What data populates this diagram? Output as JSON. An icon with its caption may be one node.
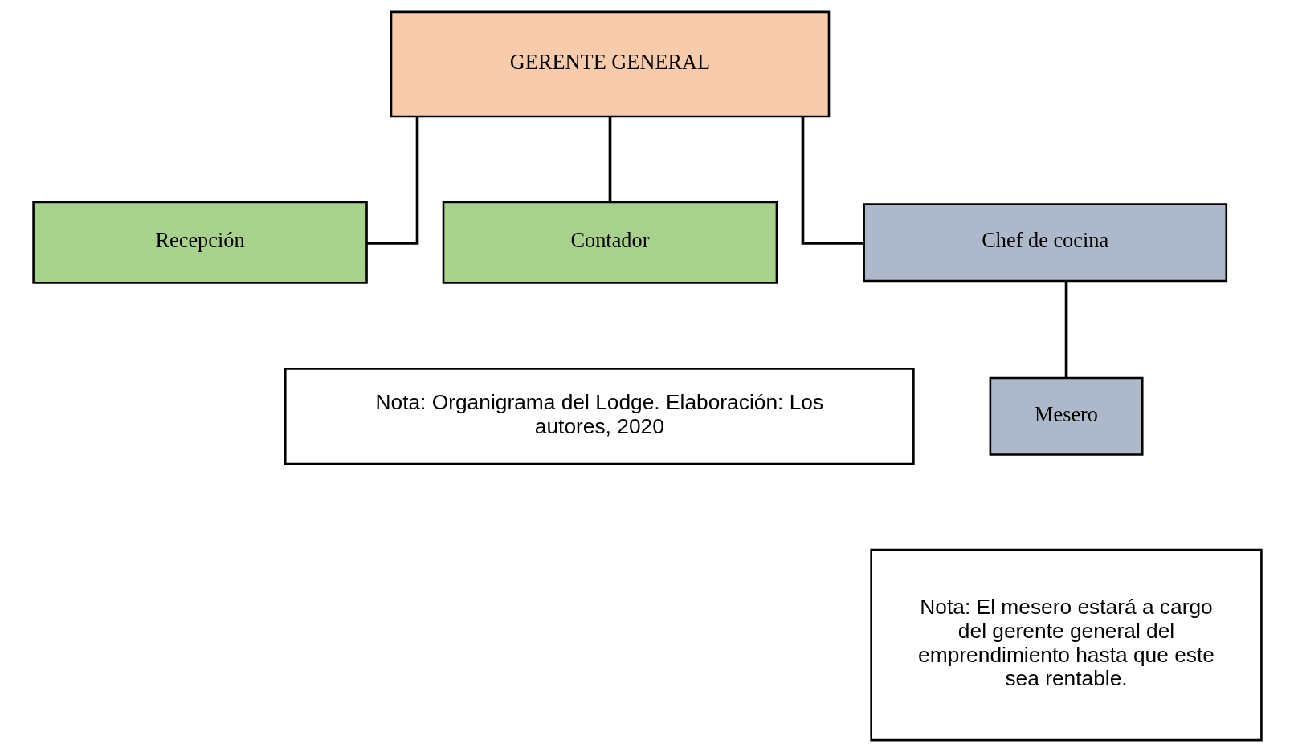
{
  "diagram": {
    "nodes": [
      {
        "text": [
          "GERENTE GENERAL"
        ]
      },
      {
        "text": [
          "Recepción"
        ]
      },
      {
        "text": [
          "Contador"
        ]
      },
      {
        "text": [
          "Chef de cocina"
        ]
      },
      {
        "text": [
          "Mesero"
        ]
      },
      {
        "text": [
          "Nota: Organigrama del Lodge. Elaboración: Los autores, 2020"
        ]
      },
      {
        "text": [
          "Nota: El mesero estará a cargo del gerente general del emprendimiento hasta que este sea rentable."
        ]
      }
    ],
    "edges": [
      {
        "from": 0,
        "to": 1,
        "arrow": "none"
      },
      {
        "from": 0,
        "to": 2,
        "arrow": "none"
      },
      {
        "from": 0,
        "to": 3,
        "arrow": "none"
      },
      {
        "from": 3,
        "to": 4,
        "arrow": "none"
      }
    ]
  }
}
